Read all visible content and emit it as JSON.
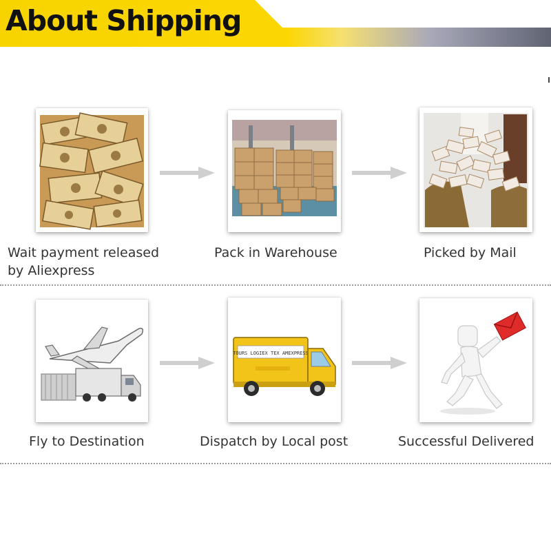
{
  "header": {
    "title": "About Shipping"
  },
  "steps": [
    {
      "caption_line1": "Wait payment released",
      "caption_line2": "by Aliexpress",
      "image": "money-stack-image"
    },
    {
      "caption": "Pack in Warehouse",
      "image": "warehouse-boxes-image"
    },
    {
      "caption": "Picked by Mail",
      "image": "mail-parcels-image"
    },
    {
      "caption": "Fly to Destination",
      "image": "airplane-truck-image"
    },
    {
      "caption": "Dispatch by Local post",
      "image": "delivery-van-image"
    },
    {
      "caption": "Successful Delivered",
      "image": "courier-figure-image"
    }
  ],
  "van_lettering": "TOURS LOGIEX TEX AMEXPRESS",
  "colors": {
    "banner_yellow": "#fcd600",
    "banner_gray": "#5f6473",
    "arrow": "#cfcfcf",
    "caption_text": "#333333"
  }
}
